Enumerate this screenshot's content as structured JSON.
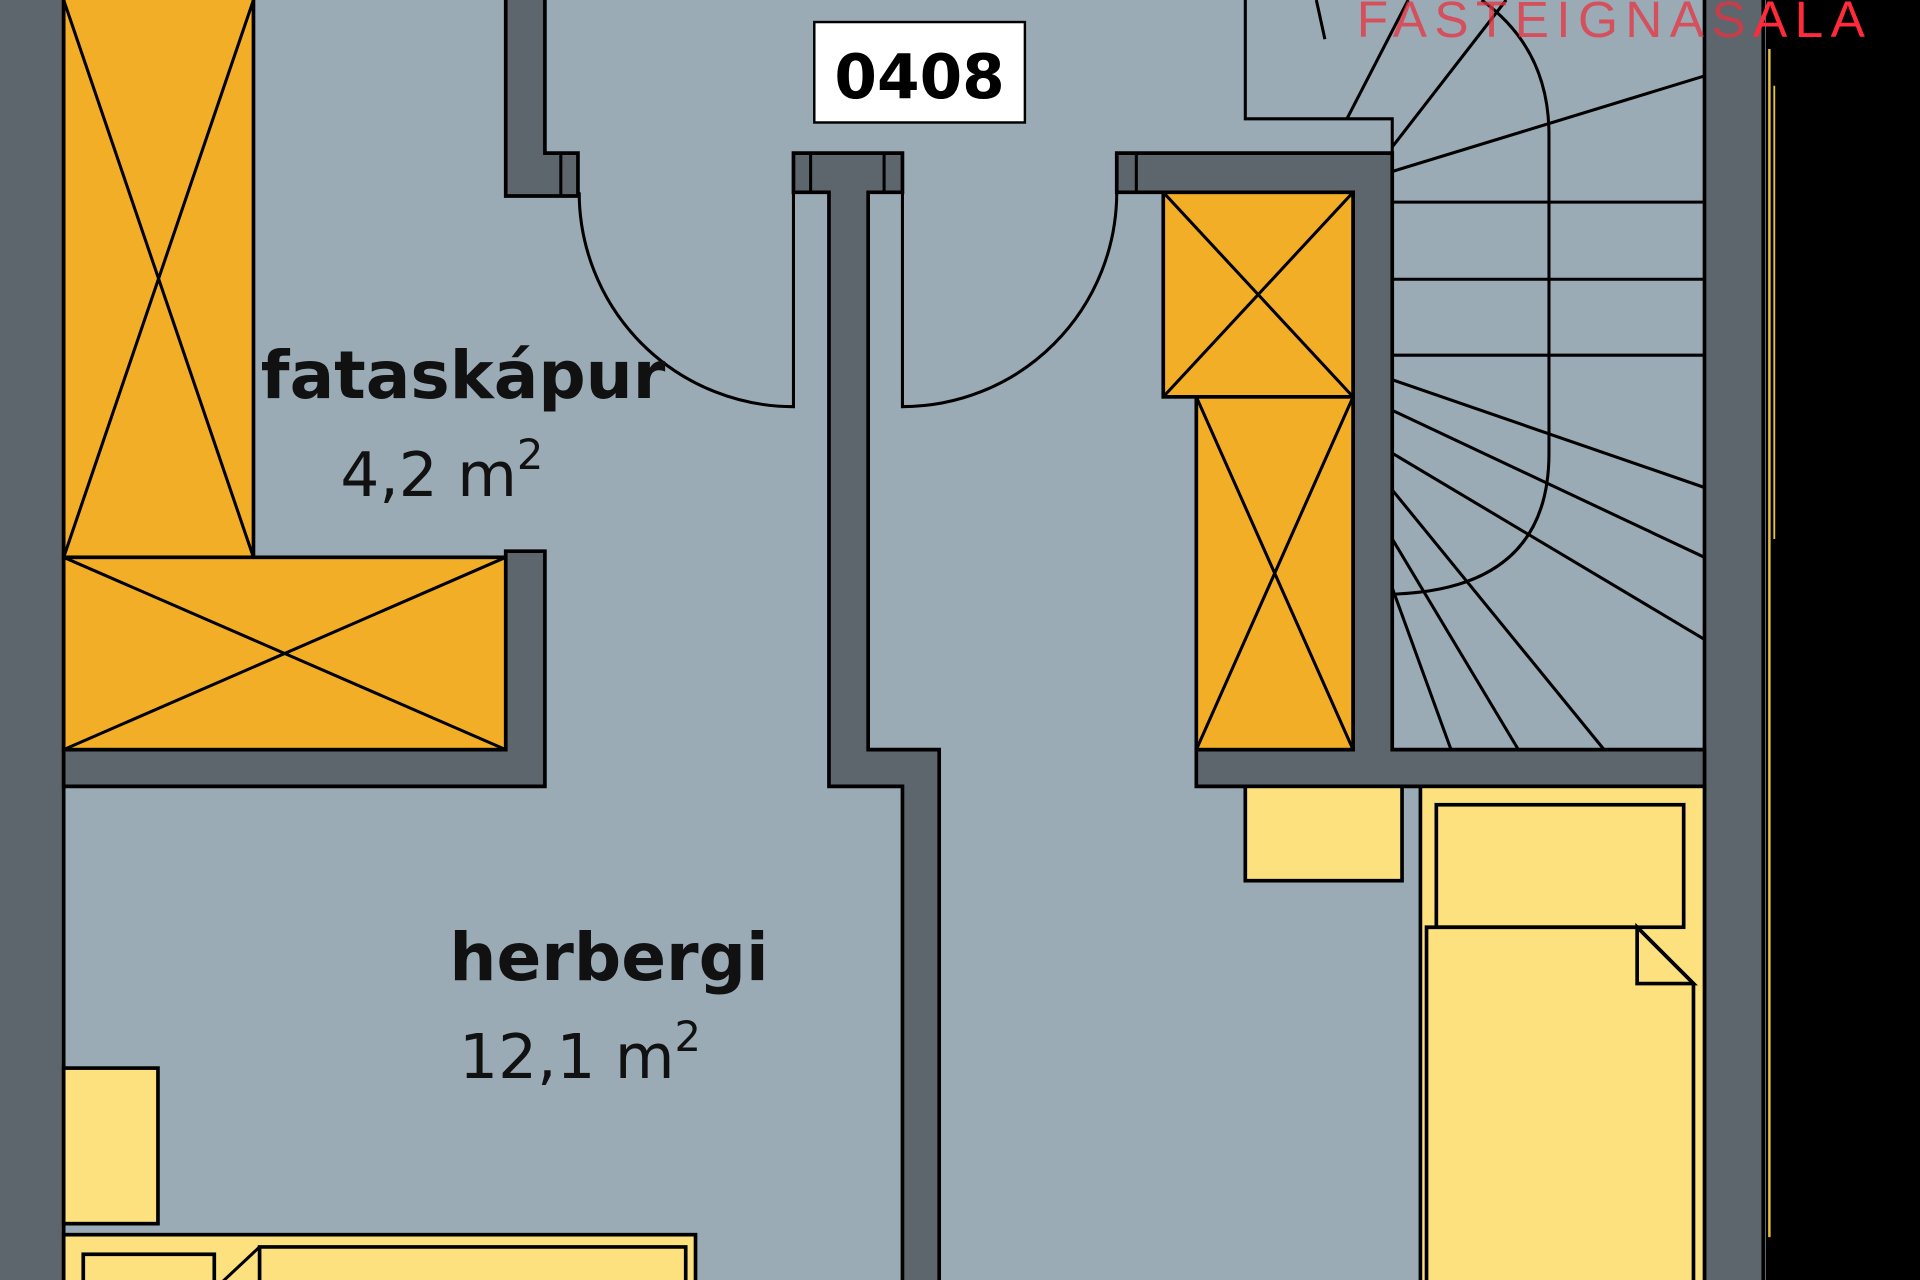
{
  "unit_label": "0408",
  "logo": {
    "text_light": "FASTEIGNAS",
    "text_bold": "ALA",
    "color": "#e8313f"
  },
  "rooms": [
    {
      "name": "fataskápur",
      "area": "4,2 m",
      "sup": "2"
    },
    {
      "name": "herbergi",
      "area": "12,1 m",
      "sup": "2"
    }
  ],
  "colors": {
    "floor": "#9aabb6",
    "wall": "#5d656d",
    "wardrobe": "#f2ae27",
    "furniture": "#fde17e"
  }
}
